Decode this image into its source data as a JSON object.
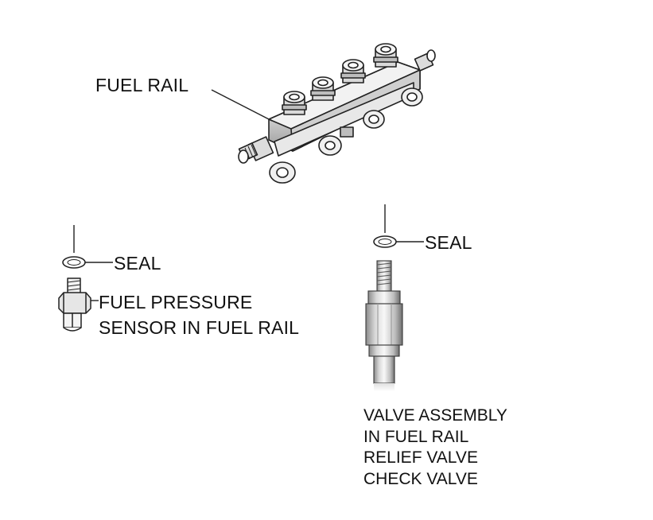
{
  "labels": {
    "fuel_rail": "FUEL RAIL",
    "seal_left": "SEAL",
    "seal_right": "SEAL",
    "sensor_line1": "FUEL PRESSURE",
    "sensor_line2": "SENSOR IN FUEL RAIL",
    "valve_line1": "VALVE ASSEMBLY",
    "valve_line2": "IN FUEL RAIL",
    "valve_line3": "RELIEF VALVE",
    "valve_line4": "CHECK VALVE"
  },
  "colors": {
    "line": "#222222",
    "metal_light": "#e6e6e6",
    "metal_mid": "#b5b5b5",
    "metal_dark": "#7a7a7a",
    "background": "#ffffff"
  },
  "icons": [
    "fuel-rail-illustration",
    "seal-ring",
    "pressure-sensor",
    "relief-valve"
  ]
}
